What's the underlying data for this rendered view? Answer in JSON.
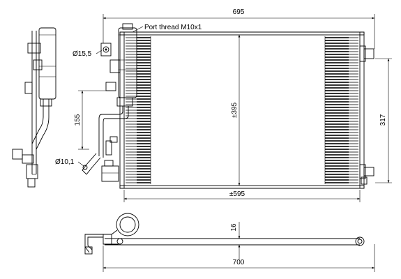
{
  "dimensions": {
    "top_width": "695",
    "core_height": "±395",
    "core_width": "±595",
    "right_height": "317",
    "pipe_height": "155",
    "bottom_width": "700",
    "thickness": "16"
  },
  "annotations": {
    "port_thread": "Port thread M10x1",
    "diameter_upper": "Ø15,5",
    "diameter_lower": "Ø10,1"
  }
}
